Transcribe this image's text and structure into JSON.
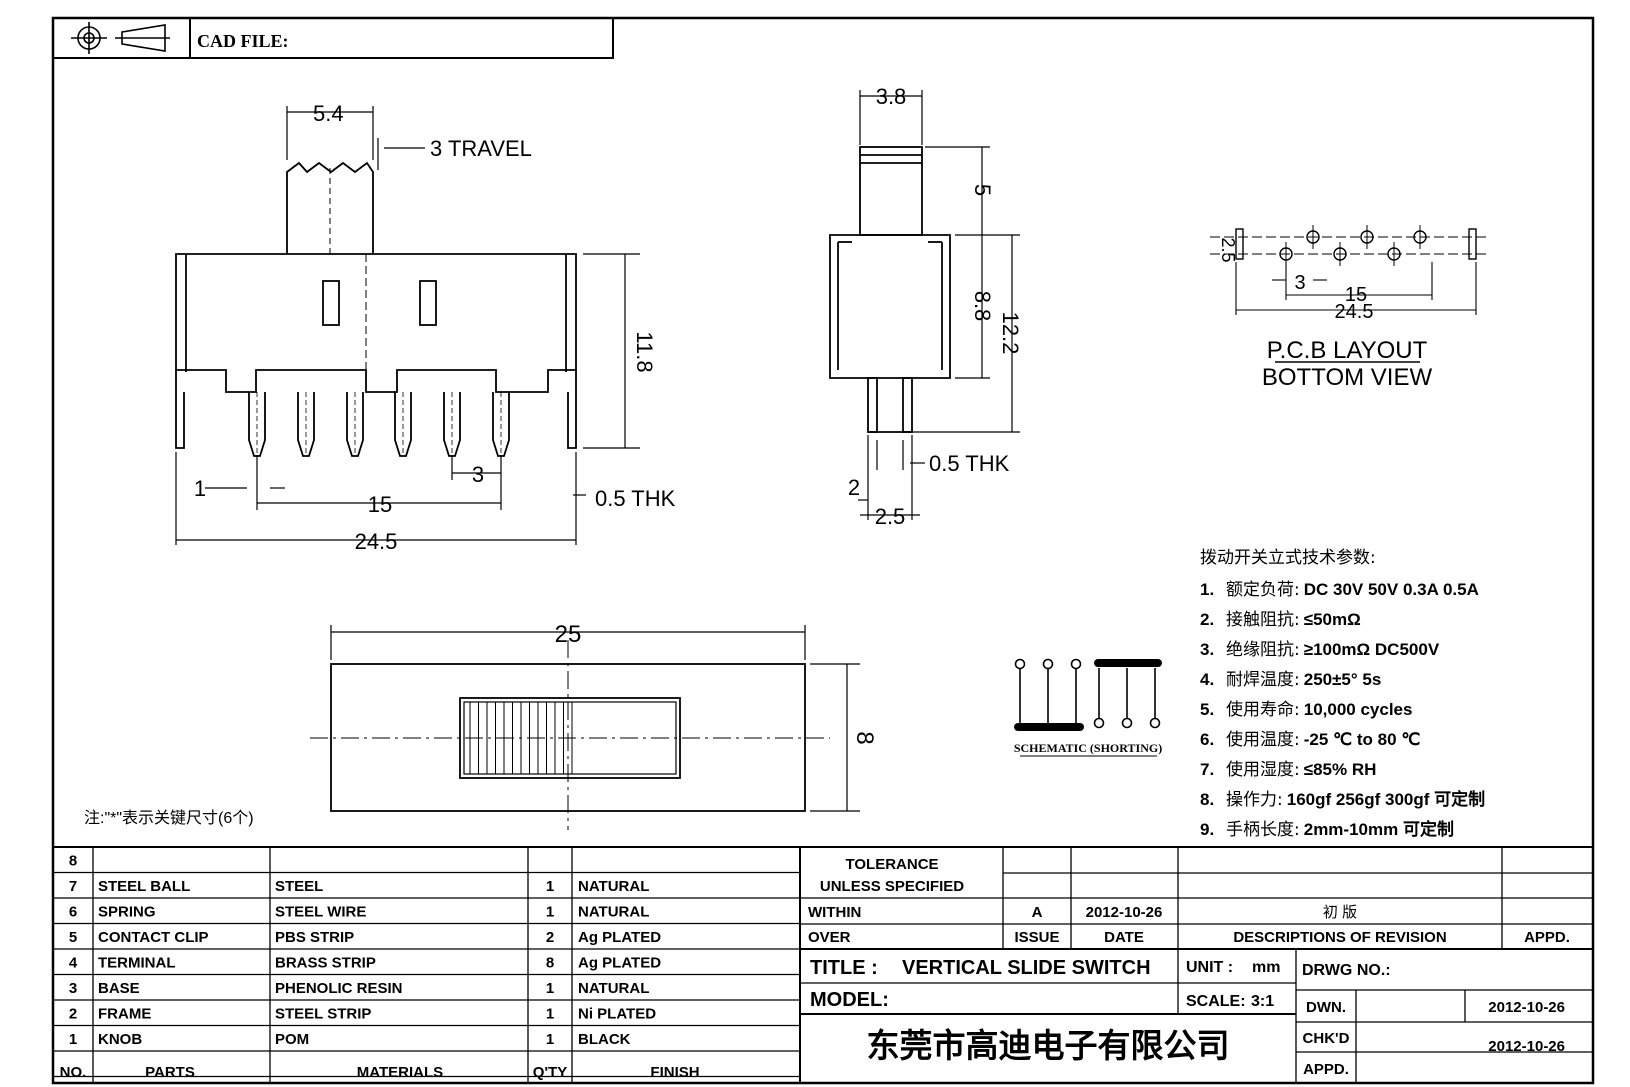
{
  "title_block": {
    "cad_file_label": "CAD FILE:",
    "note": "注:\"*\"表示关键尺寸(6个)",
    "tolerance_label": "TOLERANCE",
    "unless_label": "UNLESS SPECIFIED",
    "within_label": "WITHIN",
    "over_label": "OVER",
    "issue_value": "A",
    "issue_date": "2012-10-26",
    "revision_desc": "初 版",
    "issue_label": "ISSUE",
    "date_label": "DATE",
    "desc_label": "DESCRIPTIONS OF REVISION",
    "appd_label": "APPD.",
    "title_label": "TITLE :",
    "title_value": "VERTICAL SLIDE SWITCH",
    "unit_label": "UNIT :",
    "unit_value": "mm",
    "drwg_label": "DRWG NO.:",
    "model_label": "MODEL:",
    "scale_label": "SCALE:",
    "scale_value": "3:1",
    "dwn_label": "DWN.",
    "dwn_date": "2012-10-26",
    "chkd_label": "CHK'D",
    "chkd_date": "2012-10-26",
    "appd2_label": "APPD.",
    "company": "东莞市高迪电子有限公司"
  },
  "bom": {
    "headers": [
      "NO.",
      "PARTS",
      "MATERIALS",
      "Q'TY",
      "FINISH"
    ],
    "rows": [
      {
        "no": "8",
        "part": "",
        "material": "",
        "qty": "",
        "finish": ""
      },
      {
        "no": "7",
        "part": "STEEL BALL",
        "material": "STEEL",
        "qty": "1",
        "finish": "NATURAL"
      },
      {
        "no": "6",
        "part": "SPRING",
        "material": "STEEL WIRE",
        "qty": "1",
        "finish": "NATURAL"
      },
      {
        "no": "5",
        "part": "CONTACT CLIP",
        "material": "PBS STRIP",
        "qty": "2",
        "finish": "Ag PLATED"
      },
      {
        "no": "4",
        "part": "TERMINAL",
        "material": "BRASS STRIP",
        "qty": "8",
        "finish": "Ag PLATED"
      },
      {
        "no": "3",
        "part": "BASE",
        "material": "PHENOLIC RESIN",
        "qty": "1",
        "finish": "NATURAL"
      },
      {
        "no": "2",
        "part": "FRAME",
        "material": "STEEL STRIP",
        "qty": "1",
        "finish": "Ni PLATED"
      },
      {
        "no": "1",
        "part": "KNOB",
        "material": "POM",
        "qty": "1",
        "finish": "BLACK"
      }
    ]
  },
  "dims": {
    "front": {
      "knob_w": "5.4",
      "travel": "3 TRAVEL",
      "height": "11.8",
      "pin_w": "1",
      "pitch": "3",
      "span15": "15",
      "span245": "24.5",
      "thk": "0.5 THK"
    },
    "side": {
      "top": "3.8",
      "knob_h": "5",
      "body": "8.8",
      "total": "12.2",
      "pin": "2",
      "thk": "0.5 THK",
      "w": "2.5"
    },
    "pcb": {
      "h": "2.5",
      "pitch": "3",
      "span15": "15",
      "span245": "24.5",
      "label1": "P.C.B LAYOUT",
      "label2": "BOTTOM VIEW"
    },
    "top": {
      "len": "25",
      "w": "8"
    },
    "schematic": "SCHEMATIC (SHORTING)"
  },
  "specs": {
    "heading": "拨动开关立式技术参数:",
    "items": [
      {
        "n": "1.",
        "k": "额定负荷:",
        "v": "DC 30V   50V   0.3A   0.5A"
      },
      {
        "n": "2.",
        "k": "接触阻抗:",
        "v": "≤50mΩ"
      },
      {
        "n": "3.",
        "k": "绝缘阻抗:",
        "v": "≥100mΩ  DC500V"
      },
      {
        "n": "4.",
        "k": "耐焊温度:",
        "v": "250±5°  5s"
      },
      {
        "n": "5.",
        "k": "使用寿命:",
        "v": "10,000 cycles"
      },
      {
        "n": "6.",
        "k": "使用温度:",
        "v": "-25 ℃  to 80 ℃"
      },
      {
        "n": "7.",
        "k": "使用湿度:",
        "v": "≤85% RH"
      },
      {
        "n": "8.",
        "k": "操作力:",
        "v": "160gf   256gf   300gf  可定制"
      },
      {
        "n": "9.",
        "k": "手柄长度:",
        "v": "2mm-10mm  可定制"
      }
    ]
  }
}
